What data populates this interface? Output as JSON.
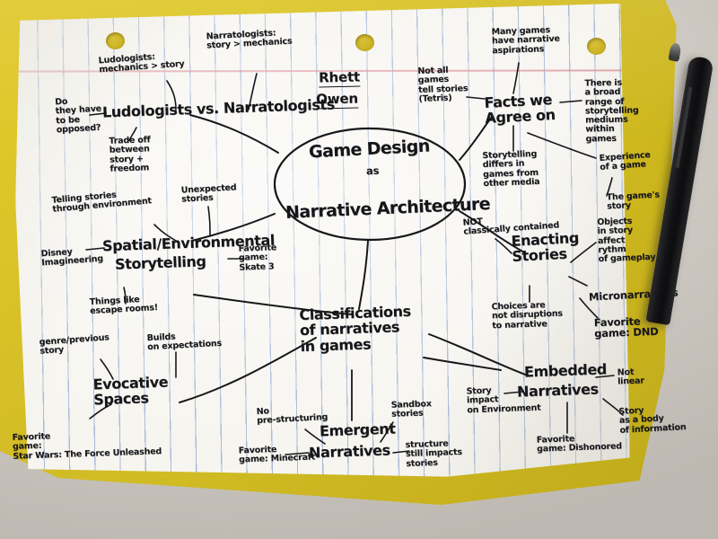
{
  "scene": {
    "description": "photo-of-handwritten-mindmap",
    "desk_color": "#cdc9c2",
    "folder_color": "#dcc625",
    "paper_color": "#f7f5f0",
    "rule_color": "#7696c6",
    "margin_line_color": "#d6808e",
    "ink_color": "#16161a",
    "pen_color": "#131315"
  },
  "author": {
    "first_name": "Rhett",
    "last_name": "Owen"
  },
  "central_node": {
    "line1": "Game Design",
    "line2": "as",
    "line3": "Narrative Architecture"
  },
  "branches": {
    "ludology": {
      "title": "Ludologists   vs.  Narratologists",
      "ludologists_note": "Ludologists:\nmechanics > story",
      "narratologists_note": "Narratologists:\nstory > mechanics",
      "opposed_question": "Do\nthey have\nto be\nopposed?",
      "tradeoff": "Trade off\nbetween\nstory +\nfreedom"
    },
    "facts_we_agree_on": {
      "title": "Facts we\nAgree on",
      "many_games": "Many games\nhave narrative\naspirations",
      "not_all_games": "Not all\ngames\ntell stories\n(Tetris)",
      "broad_range": "There is\na broad\nrange of\nstorytelling\nmediums\nwithin\ngames",
      "storytelling_differs": "Storytelling\ndiffers in\ngames from\nother media",
      "experience": "Experience\nof a game",
      "game_story": "The game's\nstory"
    },
    "spatial_storytelling": {
      "title_line1": "Spatial/Environmental",
      "title_line2": "Storytelling",
      "telling_through_env": "Telling stories\nthrough environment",
      "unexpected": "Unexpected\nstories",
      "disney": "Disney\nImagineering",
      "favorite_game": "Favorite\ngame:\nSkate 3",
      "escape_rooms": "Things like\nescape rooms!"
    },
    "evocative_spaces": {
      "title": "Evocative\nSpaces",
      "genre_previous": "genre/previous\nstory",
      "builds_expectations": "Builds\non expectations",
      "favorite_game": "Favorite\ngame:\nStar Wars: The Force Unleashed"
    },
    "enacting_stories": {
      "title": "Enacting\nStories",
      "not_contained": "NOT\nclassically contained",
      "objects_rhythm": "Objects\nin story\naffect\nrythm\nof gameplay",
      "choices": "Choices are\nnot disruptions\nto narrative",
      "micronarratives": "Micronarratives",
      "favorite_game": "Favorite\ngame: DND"
    },
    "classifications": {
      "title": "Classifications\nof narratives\nin games"
    },
    "emergent_narratives": {
      "title_line1": "Emergent",
      "title_line2": "Narratives",
      "no_prestructuring": "No\npre-structuring",
      "sandbox": "Sandbox\nstories",
      "structure_impacts": "structure\nstill impacts\nstories",
      "favorite_game": "Favorite\ngame: Minecraft"
    },
    "embedded_narratives": {
      "title_line1": "Embedded",
      "title_line2": "Narratives",
      "not_linear": "Not\nlinear",
      "story_impact": "Story\nimpact\non Environment",
      "body_of_information": "Story\nas a body\nof information",
      "favorite_game": "Favorite\ngame: Dishonored"
    }
  }
}
